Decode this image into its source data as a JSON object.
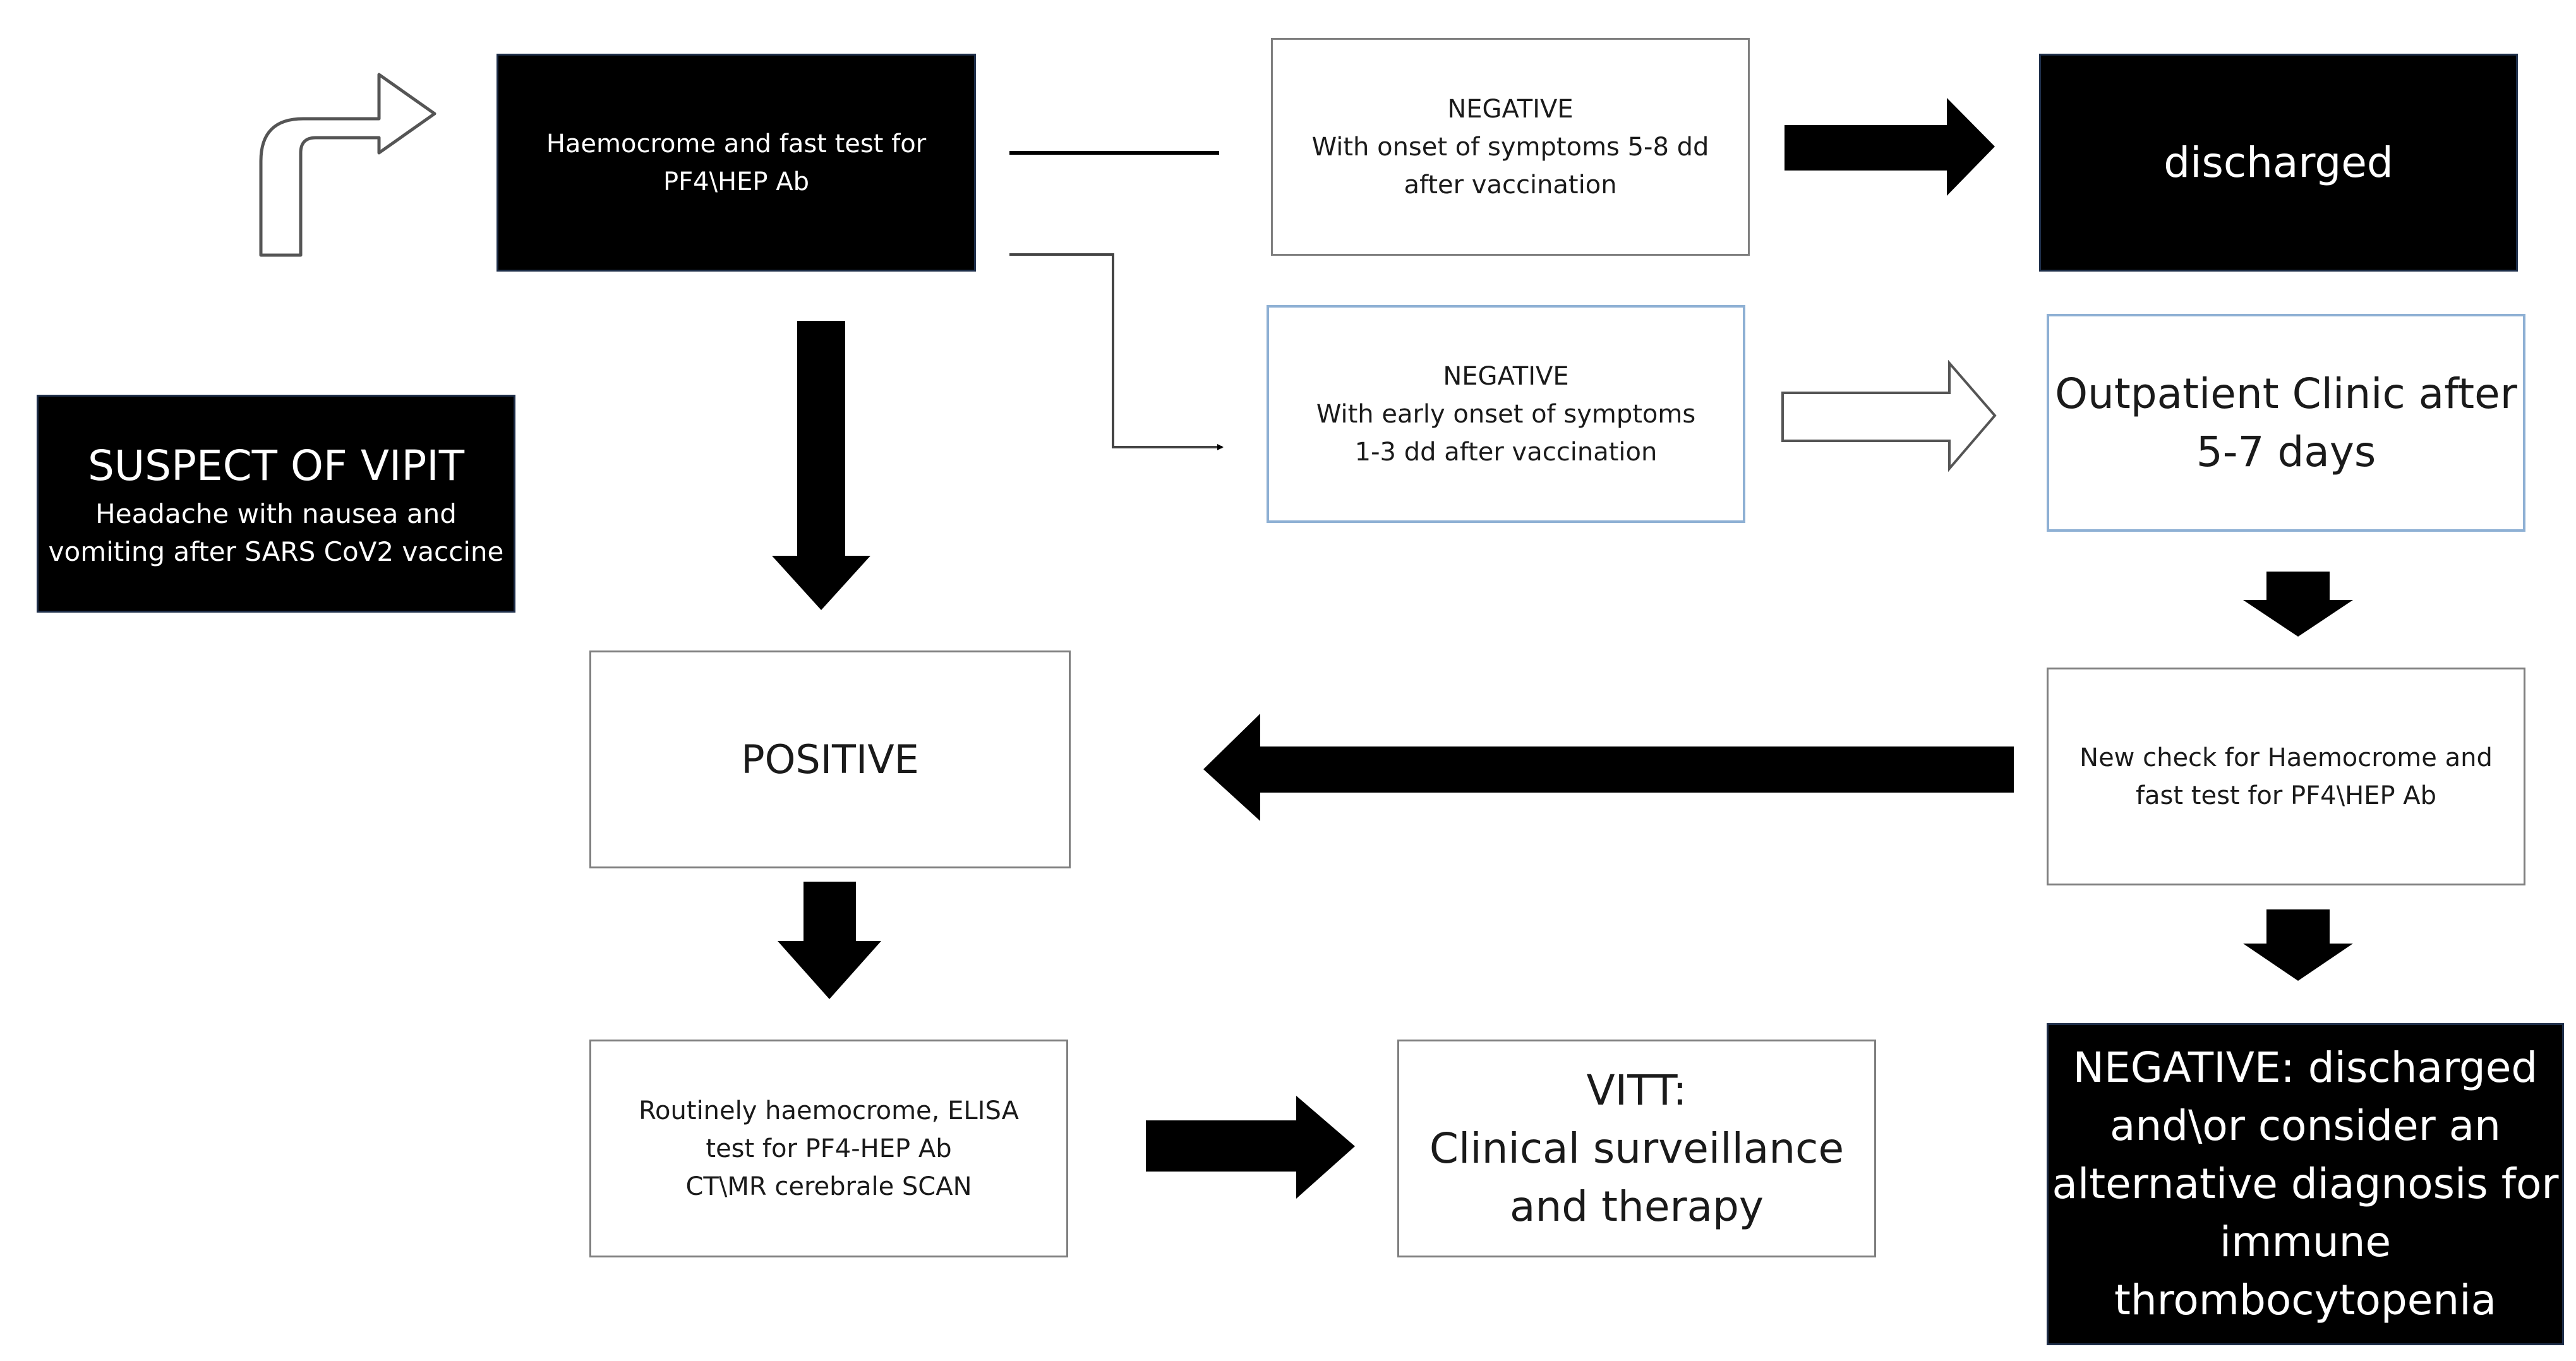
{
  "suspect": {
    "title": "SUSPECT OF VIPIT",
    "line1": "Headache with nausea and",
    "line2": "vomiting after SARS CoV2 vaccine"
  },
  "initial_test": {
    "line1": "Haemocrome and fast test for",
    "line2": "PF4\\HEP Ab"
  },
  "negative_late": {
    "line1": "NEGATIVE",
    "line2": "With onset of symptoms 5-8 dd",
    "line3": "after vaccination"
  },
  "negative_early": {
    "line1": "NEGATIVE",
    "line2": "With early onset of symptoms",
    "line3": "1-3 dd after vaccination"
  },
  "discharged": {
    "label": "discharged"
  },
  "outpatient": {
    "line1": "Outpatient Clinic after",
    "line2": "5-7 days"
  },
  "new_check": {
    "line1": "New check for Haemocrome and",
    "line2": "fast test for PF4\\HEP Ab"
  },
  "positive": {
    "label": "POSITIVE"
  },
  "routine": {
    "line1": "Routinely haemocrome, ELISA",
    "line2": "test for PF4-HEP Ab",
    "line3": "CT\\MR cerebrale SCAN"
  },
  "vitt": {
    "line1": "VITT:",
    "line2": "Clinical surveillance",
    "line3": "and therapy"
  },
  "final_negative": {
    "line1": "NEGATIVE: discharged",
    "line2": "and\\or consider an",
    "line3": "alternative diagnosis for",
    "line4": "immune",
    "line5": "thrombocytopenia"
  }
}
